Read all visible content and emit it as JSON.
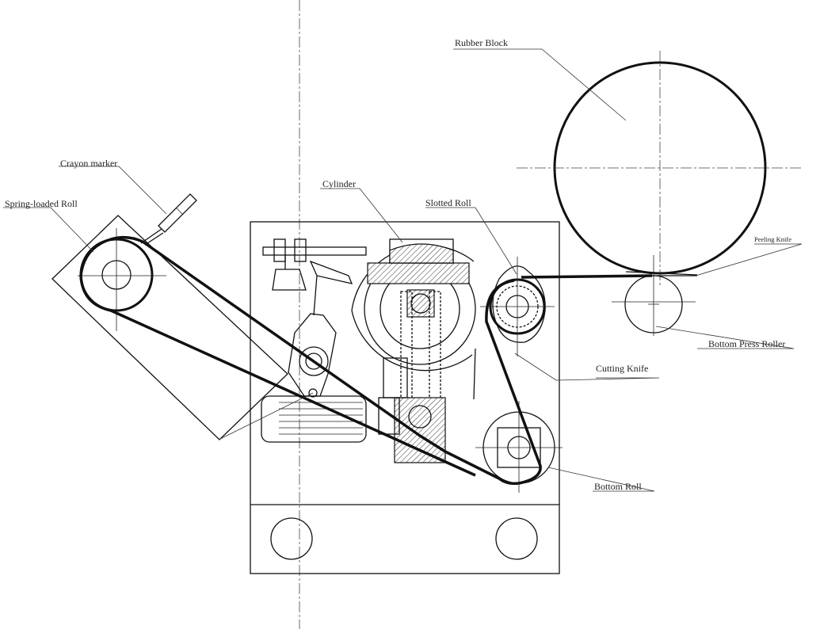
{
  "labels": {
    "rubber_block": "Rubber Block",
    "crayon_marker": "Crayon marker",
    "spring_loaded_roll": "Spring-loaded Roll",
    "cylinder": "Cylinder",
    "slotted_roll": "Slotted Roll",
    "peeling_knife": "Peeling Knife",
    "bottom_press_roller": "Bottom Press Roller",
    "cutting_knife": "Cutting Knife",
    "bottom_roll": "Bottom Roll"
  }
}
